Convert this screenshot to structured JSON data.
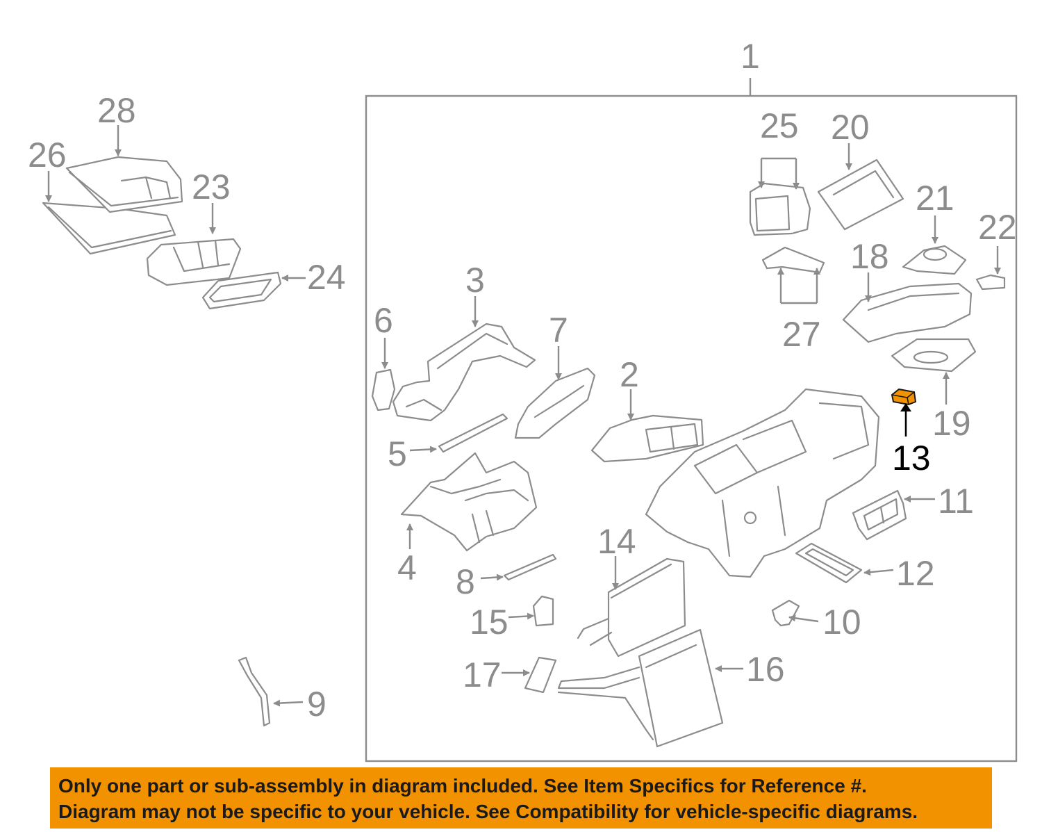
{
  "diagram": {
    "labels": [
      "1",
      "2",
      "3",
      "4",
      "5",
      "6",
      "7",
      "8",
      "9",
      "10",
      "11",
      "12",
      "13",
      "14",
      "15",
      "16",
      "17",
      "18",
      "19",
      "20",
      "21",
      "22",
      "23",
      "24",
      "25",
      "26",
      "27",
      "28"
    ],
    "highlighted_part": "13",
    "highlight_color": "#f39200",
    "line_color": "#8c8c8c"
  },
  "notice": {
    "line1": "Only one part or sub-assembly in diagram included. See Item Specifics for Reference #.",
    "line2": "Diagram may not be specific to your vehicle. See Compatibility for vehicle-specific diagrams.",
    "background": "#f39200"
  }
}
